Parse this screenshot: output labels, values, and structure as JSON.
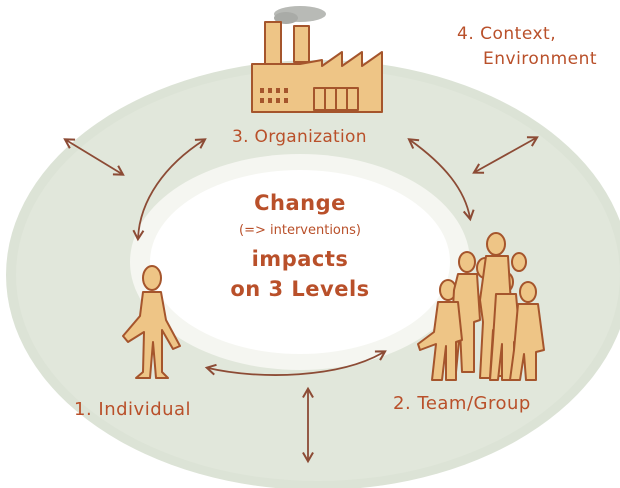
{
  "labels": {
    "context_line1": "4. Context,",
    "context_line2": "Environment",
    "organization": "3. Organization",
    "change": "Change",
    "interventions": "(=> interventions)",
    "impacts": "impacts",
    "levels": "on 3 Levels",
    "individual": "1. Individual",
    "team": "2. Team/Group"
  },
  "colors": {
    "ring": "#dde4d8",
    "text": "#b9502a",
    "figure_fill": "#eec586",
    "figure_stroke": "#a5552c",
    "arrow": "#8c4b35"
  },
  "icons": {
    "organization": "factory-icon",
    "individual": "person-icon",
    "team": "group-of-people-icon"
  }
}
